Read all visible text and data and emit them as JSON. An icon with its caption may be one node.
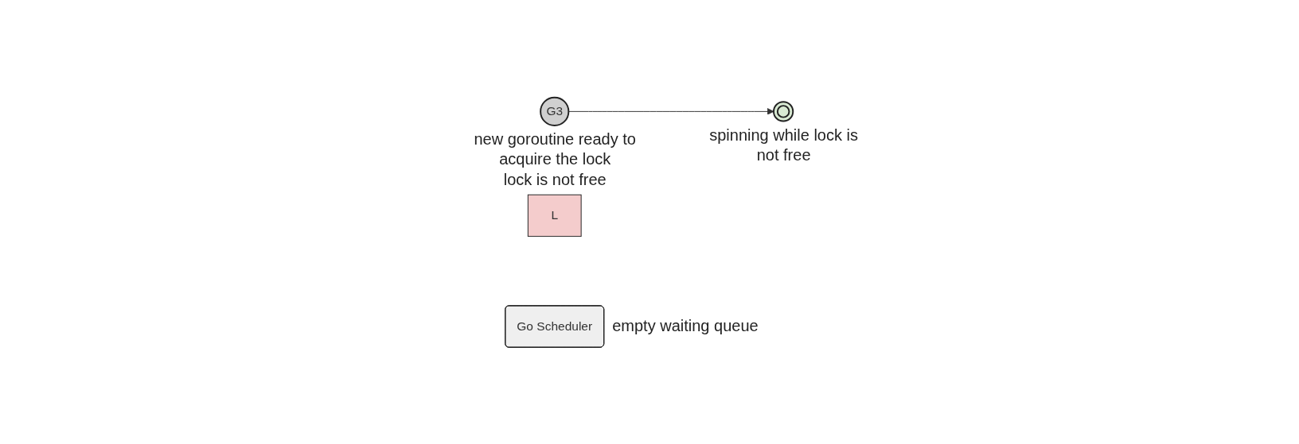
{
  "diagram": {
    "nodes": [
      {
        "text": [
          "G3"
        ],
        "beside": [
          "new goroutine ready to acquire the lock"
        ]
      },
      {
        "text": [
          "L"
        ],
        "beside": [
          "lock is not free"
        ]
      },
      {
        "text": [],
        "shape": "circle",
        "beside": [
          "spinning while lock is not free"
        ]
      },
      {
        "text": [
          "Go Scheduler"
        ],
        "beside": [
          "empty waiting queue"
        ]
      }
    ],
    "edges": [
      {
        "from": 0,
        "to": 2,
        "arrow": "to"
      }
    ]
  }
}
